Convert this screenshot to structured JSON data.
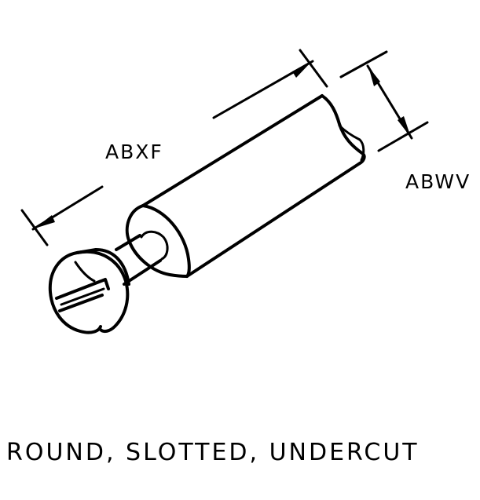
{
  "diagram": {
    "dimension_length_label": "ABXF",
    "dimension_diameter_label": "ABWV",
    "caption": "ROUND, SLOTTED, UNDERCUT",
    "ink_color": "#000000",
    "background_color": "#ffffff"
  }
}
